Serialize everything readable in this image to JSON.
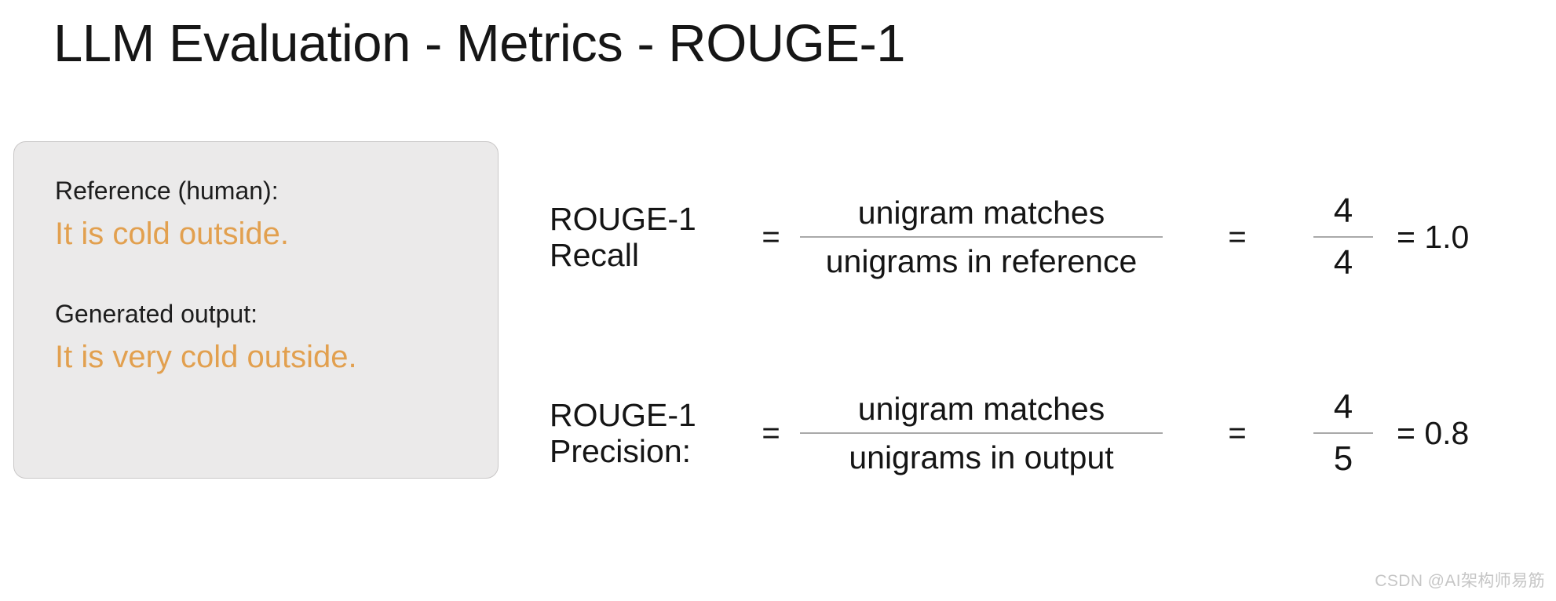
{
  "slide": {
    "title": "LLM Evaluation - Metrics - ROUGE-1"
  },
  "example_card": {
    "reference_label": "Reference (human):",
    "reference_text": "It is cold outside.",
    "generated_label": "Generated output:",
    "generated_text": "It is very cold outside.",
    "background_color": "#ebeaea",
    "border_color": "#c9c7c7",
    "highlight_color": "#e2a04f"
  },
  "formulas": [
    {
      "metric_line1": "ROUGE-1",
      "metric_line2": "Recall",
      "equals_1": "=",
      "numerator": "unigram matches",
      "denominator": "unigrams in reference",
      "equals_2": "=",
      "value_numerator": "4",
      "value_denominator": "4",
      "result": "= 1.0"
    },
    {
      "metric_line1": "ROUGE-1",
      "metric_line2": "Precision:",
      "equals_1": "=",
      "numerator": "unigram matches",
      "denominator": "unigrams in output",
      "equals_2": "=",
      "value_numerator": "4",
      "value_denominator": "5",
      "result": "= 0.8"
    }
  ],
  "watermark": {
    "text": "CSDN @AI架构师易筋"
  }
}
